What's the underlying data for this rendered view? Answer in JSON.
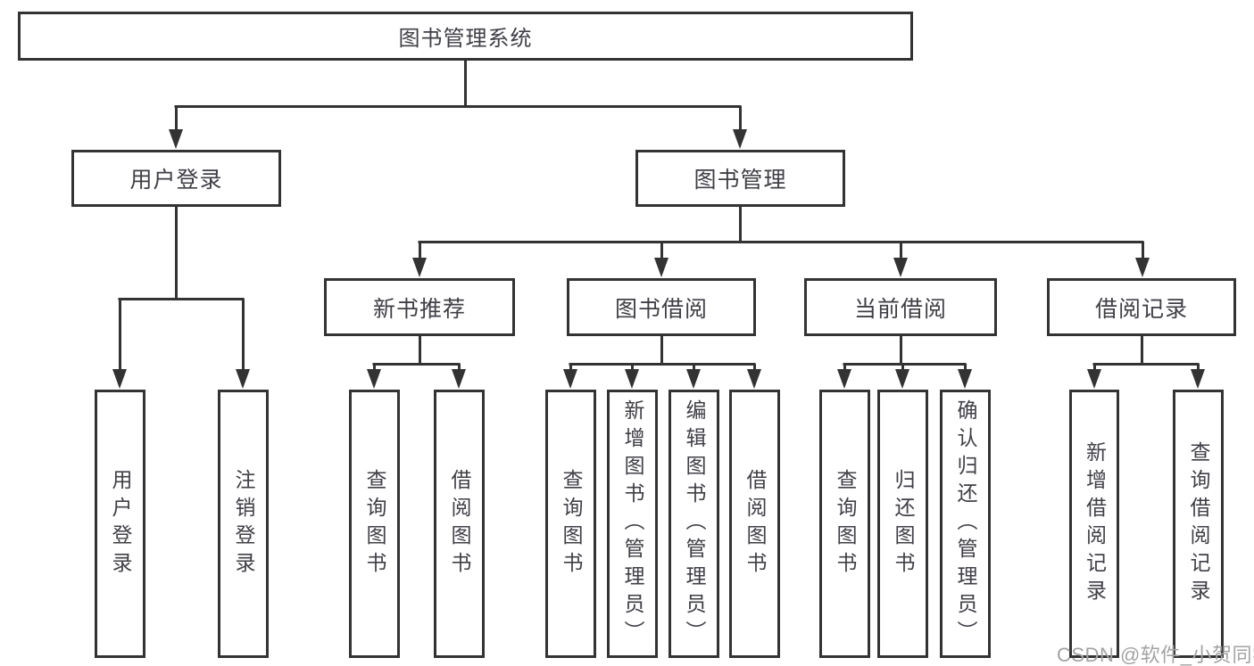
{
  "diagram": {
    "watermark": "CSDN @软件_小贺同学",
    "colors": {
      "line": "#333333",
      "box_border": "#333333",
      "text": "#3f3f46",
      "watermark": "#a3a3a3",
      "background": "#ffffff"
    },
    "root": {
      "label": "图书管理系统",
      "children": [
        {
          "label": "用户登录",
          "children": [
            {
              "label": "用户登录"
            },
            {
              "label": "注销登录"
            }
          ]
        },
        {
          "label": "图书管理",
          "children": [
            {
              "label": "新书推荐",
              "children": [
                {
                  "label": "查询图书"
                },
                {
                  "label": "借阅图书"
                }
              ]
            },
            {
              "label": "图书借阅",
              "children": [
                {
                  "label": "查询图书"
                },
                {
                  "label": "新增图书（管理员）"
                },
                {
                  "label": "编辑图书（管理员）"
                },
                {
                  "label": "借阅图书"
                }
              ]
            },
            {
              "label": "当前借阅",
              "children": [
                {
                  "label": "查询图书"
                },
                {
                  "label": "归还图书"
                },
                {
                  "label": "确认归还（管理员）"
                }
              ]
            },
            {
              "label": "借阅记录",
              "children": [
                {
                  "label": "新增借阅记录"
                },
                {
                  "label": "查询借阅记录"
                }
              ]
            }
          ]
        }
      ]
    }
  }
}
